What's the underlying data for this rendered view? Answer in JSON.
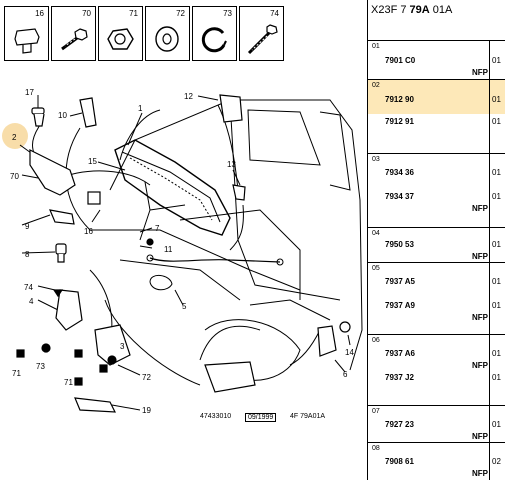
{
  "thumbnails": [
    {
      "num": "16",
      "icon": "clip-icon"
    },
    {
      "num": "70",
      "icon": "screw-icon"
    },
    {
      "num": "71",
      "icon": "nut-icon"
    },
    {
      "num": "72",
      "icon": "washer-icon"
    },
    {
      "num": "73",
      "icon": "spring-washer-icon"
    },
    {
      "num": "74",
      "icon": "long-screw-icon"
    }
  ],
  "labels": {
    "l17": "17",
    "l2": "2",
    "l70": "70",
    "l9": "9",
    "l8": "8",
    "l74": "74",
    "l4": "4",
    "l71": "71",
    "l73": "73",
    "l71b": "71",
    "l10": "10",
    "l1": "1",
    "l15": "15",
    "l16": "16",
    "l7": "7",
    "l11": "11",
    "l12": "12",
    "l13": "13",
    "l5": "5",
    "l3": "3",
    "l72": "72",
    "l19": "19",
    "l14": "14",
    "l6": "6"
  },
  "caption": {
    "ref": "47433010",
    "date": "09/1999",
    "code": "4F 79A01A"
  },
  "header": {
    "prefix": "X23F 7 ",
    "bold": "79A",
    "suffix": " 01A"
  },
  "groups": [
    {
      "id": "01",
      "rows": [
        {
          "code": "7901 C0",
          "nfp": "NFP",
          "qty": "01"
        }
      ]
    },
    {
      "id": "02",
      "rows": [
        {
          "code": "7912 90",
          "nfp": "",
          "qty": "01"
        },
        {
          "code": "7912 91",
          "nfp": "",
          "qty": "01"
        }
      ]
    },
    {
      "id": "03",
      "rows": [
        {
          "code": "7934 36",
          "nfp": "",
          "qty": "01"
        },
        {
          "code": "7934 37",
          "nfp": "NFP",
          "qty": "01"
        }
      ]
    },
    {
      "id": "04",
      "rows": [
        {
          "code": "7950 53",
          "nfp": "NFP",
          "qty": "01"
        }
      ]
    },
    {
      "id": "05",
      "rows": [
        {
          "code": "7937 A5",
          "nfp": "",
          "qty": "01"
        },
        {
          "code": "7937 A9",
          "nfp": "NFP",
          "qty": "01"
        }
      ]
    },
    {
      "id": "06",
      "rows": [
        {
          "code": "7937 A6",
          "nfp": "NFP",
          "qty": "01"
        },
        {
          "code": "7937 J2",
          "nfp": "",
          "qty": "01"
        }
      ]
    },
    {
      "id": "07",
      "rows": [
        {
          "code": "7927 23",
          "nfp": "NFP",
          "qty": "01"
        }
      ]
    },
    {
      "id": "08",
      "rows": [
        {
          "code": "7908 61",
          "nfp": "NFP",
          "qty": "02"
        }
      ]
    }
  ]
}
